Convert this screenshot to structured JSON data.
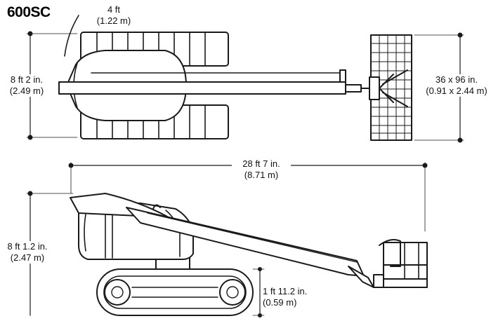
{
  "model": "600SC",
  "dimensions": {
    "width_top": {
      "imperial": "4 ft",
      "metric": "(1.22 m)"
    },
    "overall_width": {
      "imperial": "8 ft 2 in.",
      "metric": "(2.49 m)"
    },
    "platform_size": {
      "imperial": "36 x 96 in.",
      "metric": "(0.91 x 2.44 m)"
    },
    "stowed_length": {
      "imperial": "28 ft 7 in.",
      "metric": "(8.71 m)"
    },
    "stowed_height": {
      "imperial": "8 ft 1.2 in.",
      "metric": "(2.47 m)"
    },
    "ground_clearance": {
      "imperial": "1 ft 11.2 in.",
      "metric": "(0.59 m)"
    }
  },
  "colors": {
    "line": "#1a1a1a",
    "background": "#ffffff"
  }
}
